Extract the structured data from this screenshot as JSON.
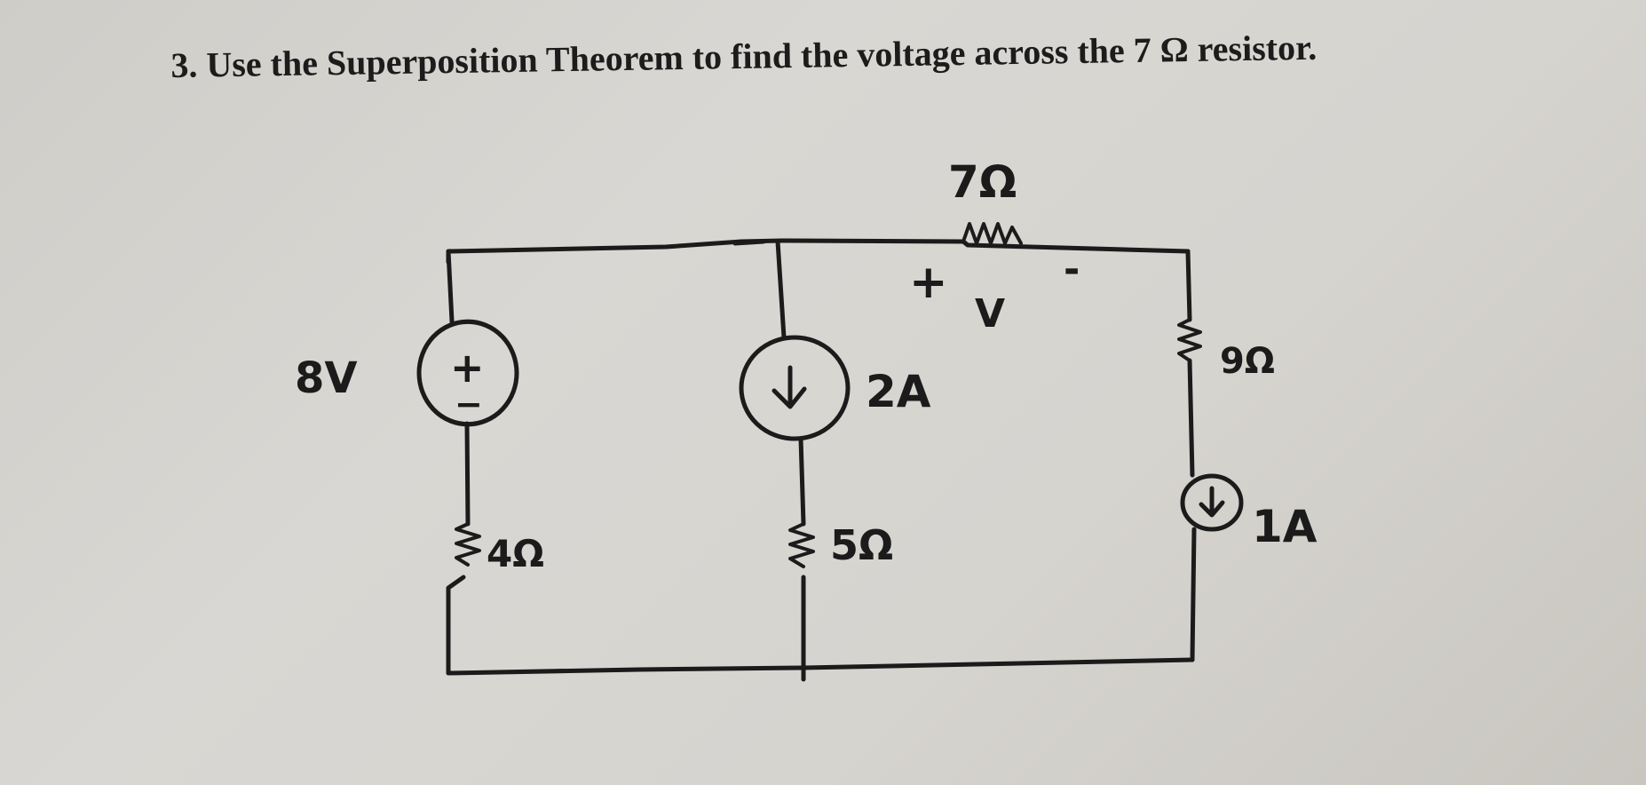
{
  "problem": {
    "number": "3.",
    "text": "Use the Superposition Theorem to find the voltage across the 7 Ω resistor."
  },
  "circuit": {
    "voltage_source": {
      "label": "8V",
      "plus": "+",
      "minus": "−"
    },
    "resistor_4": {
      "label": "4Ω"
    },
    "current_source_2a": {
      "label": "2A"
    },
    "resistor_5": {
      "label": "5Ω"
    },
    "resistor_7": {
      "label": "7Ω"
    },
    "voltage_marker": {
      "plus": "+",
      "label": "V",
      "minus": "-"
    },
    "resistor_9": {
      "label": "9Ω"
    },
    "current_source_1a": {
      "label": "1A"
    }
  }
}
